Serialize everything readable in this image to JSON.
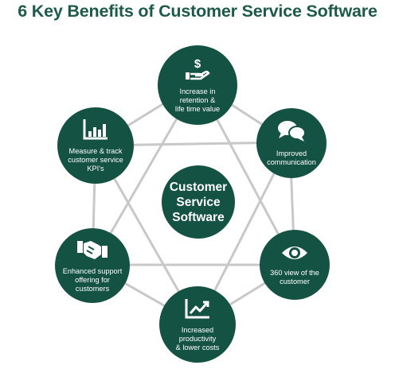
{
  "title": "6 Key Benefits of Customer Service Software",
  "colors": {
    "node": "#145243",
    "title": "#1e5a4a",
    "line": "#c8c8c8"
  },
  "center": {
    "label": "Customer\nService\nSoftware"
  },
  "benefits": [
    {
      "label": "Increase in\nretention &\nlife time value",
      "icon": "dollar-hand-icon"
    },
    {
      "label": "Improved\ncommunication",
      "icon": "speech-bubbles-icon"
    },
    {
      "label": "360 view of the\ncustomer",
      "icon": "eye-icon"
    },
    {
      "label": "Increased\nproductivity\n& lower costs",
      "icon": "trend-chart-icon"
    },
    {
      "label": "Enhanced support\noffering for\ncustomers",
      "icon": "handshake-icon"
    },
    {
      "label": "Measure & track\ncustomer service\nKPI's",
      "icon": "bar-chart-icon"
    }
  ]
}
